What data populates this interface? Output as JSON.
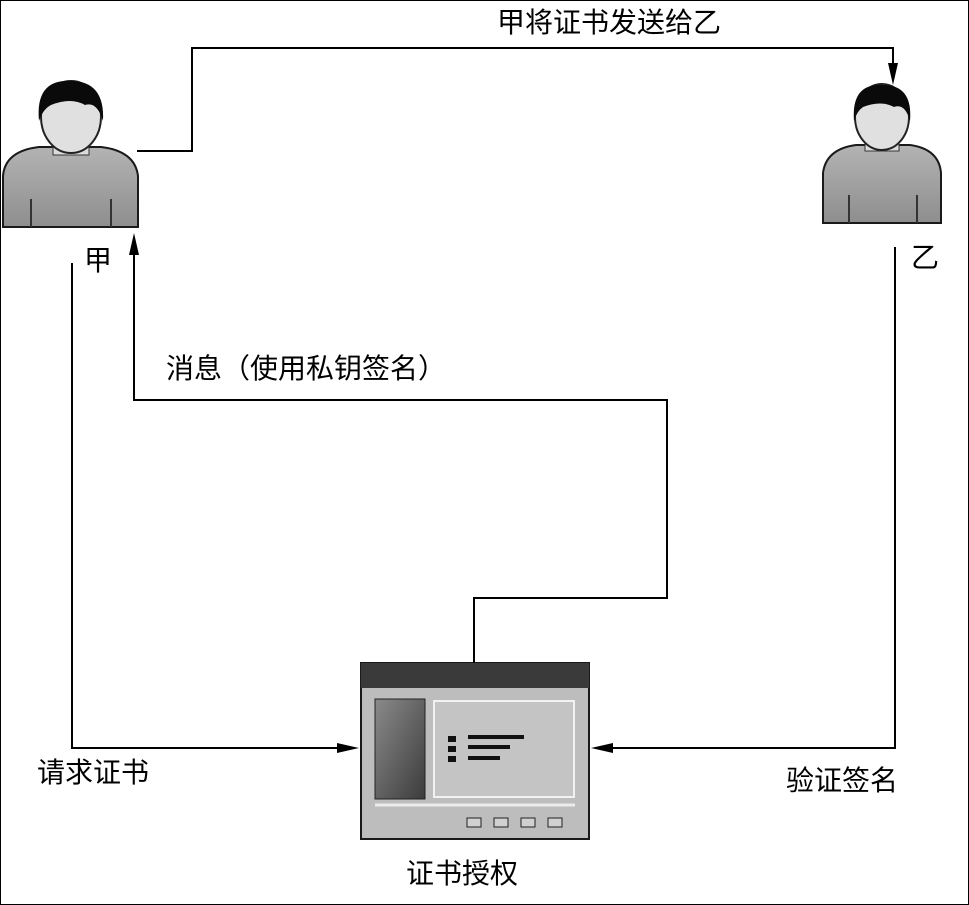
{
  "labels": {
    "person_a": "甲",
    "person_b": "乙",
    "send_cert": "甲将证书发送给乙",
    "message_signed": "消息（使用私钥签名）",
    "request_cert": "请求证书",
    "verify_signature": "验证签名",
    "certificate_authority": "证书授权"
  }
}
